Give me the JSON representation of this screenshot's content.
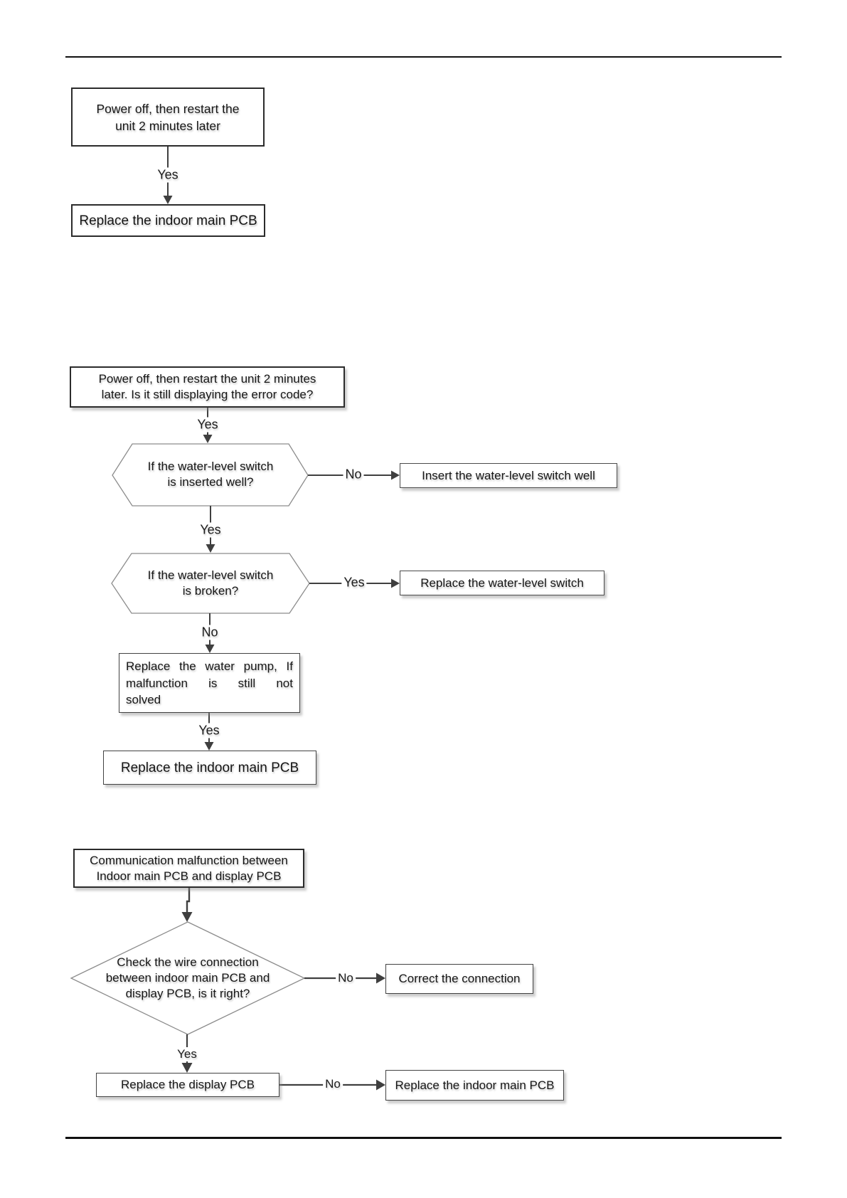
{
  "labels": {
    "yes": "Yes",
    "no": "No"
  },
  "colors": {
    "line": "#3f3f3f",
    "box_border_dark": "#2b2b2b",
    "box_border_mid": "#4a4a4a",
    "shape_outline": "#8c8c8c",
    "text": "#161616",
    "background": "#ffffff"
  },
  "flow1": {
    "start_lines": [
      "Power off, then restart the",
      "unit 2 minutes later"
    ],
    "result": "Replace the indoor main PCB"
  },
  "flow2": {
    "start_lines": [
      "Power off, then restart the unit 2 minutes",
      "later. Is it still displaying the error code?"
    ],
    "decision1_lines": [
      "If the water-level switch",
      "is inserted well?"
    ],
    "action_insert_switch": "Insert the water-level switch well",
    "decision2_lines": [
      "If the water-level switch",
      "is broken?"
    ],
    "action_replace_switch": "Replace the water-level switch",
    "action_replace_pump_lines": [
      "Replace the water pump, If",
      "malfunction is still not",
      "solved"
    ],
    "result": "Replace the indoor main PCB"
  },
  "flow3": {
    "start_lines": [
      "Communication malfunction between",
      "Indoor main PCB and display PCB"
    ],
    "decision_lines": [
      "Check the wire connection",
      "between indoor main PCB and",
      "display PCB, is it right?"
    ],
    "action_correct_connection": "Correct the connection",
    "action_replace_display_pcb": "Replace the display PCB",
    "result": "Replace the indoor main PCB"
  }
}
